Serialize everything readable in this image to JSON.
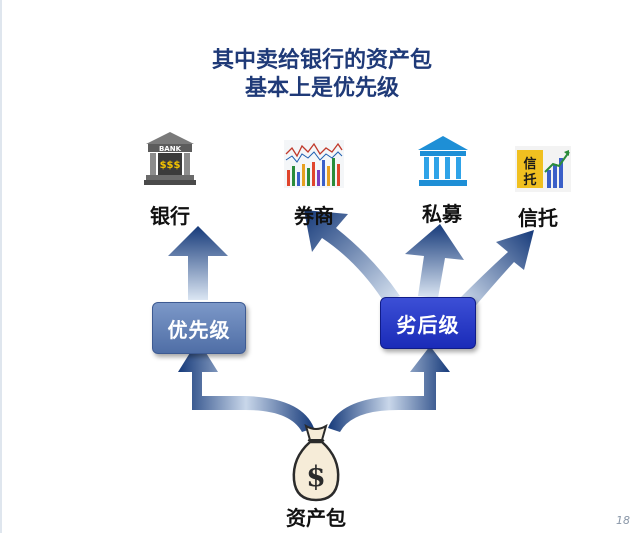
{
  "title": {
    "line1": "其中卖给银行的资产包",
    "line2": "基本上是优先级"
  },
  "destinations": [
    {
      "label": "银行",
      "icon": "bank-icon",
      "icon_text": "BANK",
      "icon_sub": "$$$"
    },
    {
      "label": "券商",
      "icon": "stock-chart-icon"
    },
    {
      "label": "私募",
      "icon": "building-columns-icon"
    },
    {
      "label": "信托",
      "icon": "trust-icon",
      "icon_text": "信托"
    }
  ],
  "tiers": {
    "senior": "优先级",
    "junior": "劣后级"
  },
  "source": {
    "label": "资产包",
    "icon": "money-bag-icon",
    "icon_text": "$"
  },
  "page_number": "18",
  "colors": {
    "title": "#1f3a78",
    "arrow_dark": "#163a7a",
    "arrow_light": "#d8e4f2",
    "senior_box": "#5f7db5",
    "junior_box": "#2a3cc8"
  }
}
